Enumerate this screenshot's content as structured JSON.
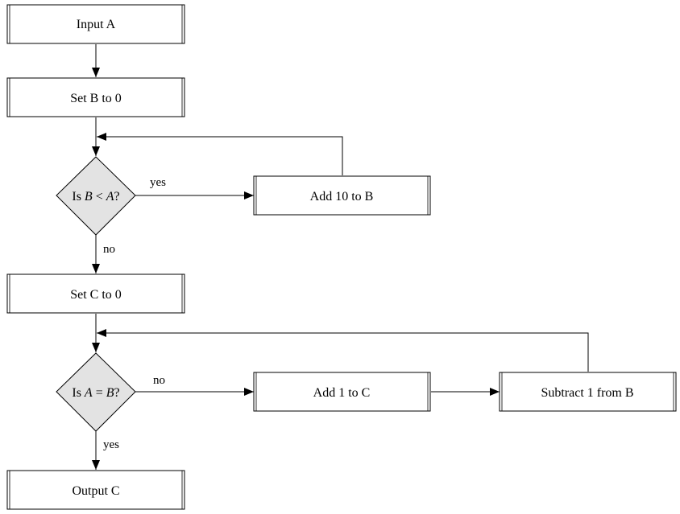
{
  "nodes": {
    "input_a": "Input A",
    "set_b": "Set B to 0",
    "decision_b_lt_a": {
      "prefix": "Is ",
      "var1": "B",
      "op": " < ",
      "var2": "A",
      "suffix": "?"
    },
    "add_10": "Add 10 to B",
    "set_c": "Set C to 0",
    "decision_a_eq_b": {
      "prefix": "Is ",
      "var1": "A",
      "op": " = ",
      "var2": "B",
      "suffix": "?"
    },
    "add_1": "Add 1 to C",
    "subtract_1": "Subtract 1 from B",
    "output_c": "Output C"
  },
  "edges": {
    "yes_1": "yes",
    "no_1": "no",
    "no_2": "no",
    "yes_2": "yes"
  },
  "colors": {
    "decision_fill": "#e3e3e3",
    "stroke": "#000000"
  }
}
